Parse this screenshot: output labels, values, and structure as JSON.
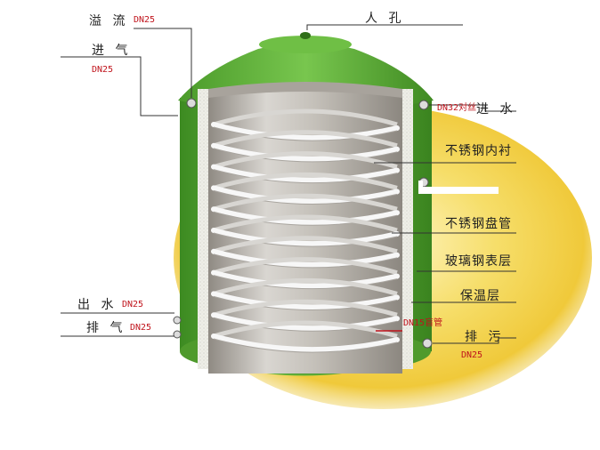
{
  "labels": {
    "overflow": "溢 流",
    "air_in": "进 气",
    "manhole": "人 孔",
    "water_in": "进 水",
    "stainless_liner": "不锈钢内衬",
    "stainless_coil": "不锈钢盘管",
    "frp_surface": "玻璃钢表层",
    "insulation": "保温层",
    "drain": "排 污",
    "water_out": "出 水",
    "exhaust": "排 气"
  },
  "specs": {
    "overflow": "DN25",
    "air_in": "DN25",
    "water_in": "DN32对丝",
    "water_out": "DN25",
    "exhaust": "DN25",
    "sensor": "DN15盲管",
    "drain": "DN25"
  },
  "colors": {
    "tank_green": "#5aa832",
    "tank_green_dark": "#3f8a22",
    "liner": "#b9b4ad",
    "coil": "#f4f4f4",
    "insulation": "#e9e9e2",
    "base_glow": "#f3d24a",
    "spec_red": "#c0141c"
  }
}
